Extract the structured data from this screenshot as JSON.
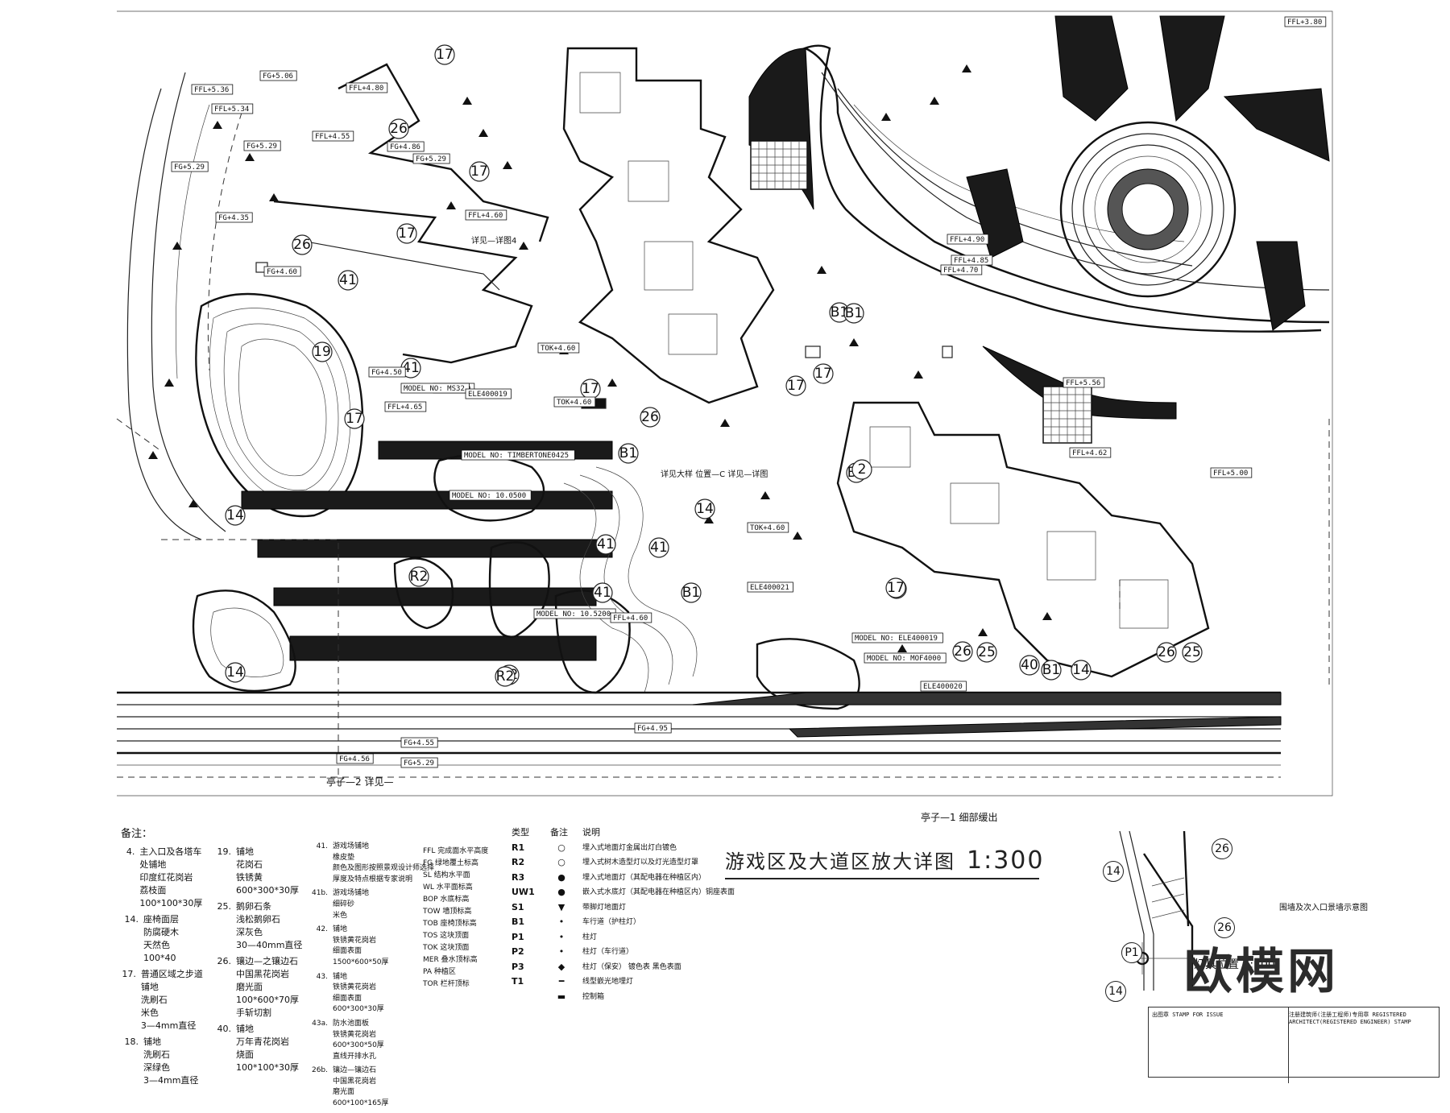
{
  "drawing": {
    "title": "游戏区及大道区放大详图",
    "scale": "1:300",
    "callouts": [
      "17",
      "26",
      "17",
      "17",
      "41",
      "26",
      "19",
      "41",
      "17",
      "B1",
      "17",
      "17",
      "B1",
      "B1",
      "14",
      "41",
      "R2",
      "41",
      "R2",
      "26",
      "B1",
      "14",
      "17",
      "41",
      "14",
      "26",
      "25",
      "40",
      "B1",
      "14",
      "26",
      "25",
      "R2",
      "2",
      "B1",
      "17",
      "17"
    ],
    "tags": [
      "FFL+5.36",
      "FG+5.06",
      "FFL+4.80",
      "FFL+5.34",
      "FG+5.29",
      "FFL+4.55",
      "FG+4.86",
      "FG+5.29",
      "FG+5.29",
      "FG+4.35",
      "FFL+4.60",
      "FG+4.60",
      "FG+4.50",
      "FFL+4.65",
      "FFL+4.60",
      "TOK+4.60",
      "MODEL NO: MS32",
      "ELE400019",
      "MODEL NO: TIMBERTONE0425",
      "MODEL NO: 10.0500",
      "MODEL NO: 10.5200",
      "ELE400021",
      "MODEL NO: ELE400019",
      "MODEL NO: MOF4000",
      "ELE400020",
      "FFL+4.62",
      "FFL+5.56",
      "FFL+5.00",
      "FFL+4.70",
      "FFL+4.90",
      "FFL+4.85",
      "FFL+3.80",
      "TOK+4.60",
      "FG+4.95",
      "FG+4.55",
      "FG+4.56",
      "FG+5.29",
      "TOK+4.60",
      "FFL+4.60"
    ],
    "captions": {
      "pavilion2": "亭子—2 详见—",
      "pavilion1": "亭子—1 细部缓出",
      "detail_c": "详见大样 位置—C  详见—详图",
      "detail_4": "详见—详图4"
    }
  },
  "notes": {
    "header": "备注：",
    "col1": [
      {
        "n": "4.",
        "lines": [
          "主入口及各塔车处铺地",
          "印度红花岗岩",
          "荔枝面",
          "100*100*30厚"
        ]
      },
      {
        "n": "14.",
        "lines": [
          "座椅面层",
          "防腐硬木",
          "天然色",
          "100*40"
        ]
      },
      {
        "n": "17.",
        "lines": [
          "普通区域之步道铺地",
          "洗刷石",
          "米色",
          "3—4mm直径"
        ]
      },
      {
        "n": "18.",
        "lines": [
          "铺地",
          "洗刷石",
          "深绿色",
          "3—4mm直径"
        ]
      }
    ],
    "col2": [
      {
        "n": "19.",
        "lines": [
          "铺地",
          "花岗石",
          "铁锈黄",
          "600*300*30厚"
        ]
      },
      {
        "n": "25.",
        "lines": [
          "鹅卵石条",
          "浅松鹅卵石",
          "深灰色",
          "30—40mm直径"
        ]
      },
      {
        "n": "26.",
        "lines": [
          "镶边—之镶边石",
          "中国黑花岗岩",
          "磨光面",
          "100*600*70厚",
          "手斩切割"
        ]
      },
      {
        "n": "40.",
        "lines": [
          "铺地",
          "万年青花岗岩",
          "烧面",
          "100*100*30厚"
        ]
      }
    ],
    "col3": [
      {
        "n": "41.",
        "lines": [
          "游戏场铺地",
          "橡皮垫",
          "颜色及图形按照景观设计师选择",
          "厚度及特点根据专家说明"
        ]
      },
      {
        "n": "41b.",
        "lines": [
          "游戏场铺地",
          "细碎砂",
          "米色"
        ]
      },
      {
        "n": "42.",
        "lines": [
          "铺地",
          "铁锈黄花岗岩",
          "细面表面",
          "1500*600*50厚"
        ]
      },
      {
        "n": "43.",
        "lines": [
          "铺地",
          "铁锈黄花岗岩",
          "细面表面",
          "600*300*30厚"
        ]
      },
      {
        "n": "43a.",
        "lines": [
          "防水池面板",
          "铁锈黄花岗岩",
          "600*300*50厚",
          "直线开排水孔"
        ]
      },
      {
        "n": "26b.",
        "lines": [
          "镶边—镶边石",
          "中国黑花岗岩",
          "磨光面",
          "600*100*165厚"
        ]
      }
    ],
    "abbr": [
      {
        "k": "FFL",
        "v": "完成面水平高度"
      },
      {
        "k": "FG",
        "v": "绿地覆土标高"
      },
      {
        "k": "SL",
        "v": "结构水平面"
      },
      {
        "k": "WL",
        "v": "水平面标高"
      },
      {
        "k": "BOP",
        "v": "水底标高"
      },
      {
        "k": "TOW",
        "v": "墙顶标高"
      },
      {
        "k": "TOB",
        "v": "座椅顶标高"
      },
      {
        "k": "TOS",
        "v": "这块顶面"
      },
      {
        "k": "TOK",
        "v": "这块顶面"
      },
      {
        "k": "MER",
        "v": "叠水顶标高"
      },
      {
        "k": "PA",
        "v": "种植区"
      },
      {
        "k": "TOR",
        "v": "栏杆顶标"
      }
    ]
  },
  "legend": {
    "header": [
      "类型",
      "备注",
      "说明"
    ],
    "rows": [
      {
        "t": "R1",
        "d": "埋入式地面灯金属出灯白镀色"
      },
      {
        "t": "R2",
        "d": "埋入式树木造型灯以及灯光造型灯罩"
      },
      {
        "t": "R3",
        "d": "埋入式地面灯（其配电器在种植区内）"
      },
      {
        "t": "UW1",
        "d": "嵌入式水底灯（其配电器在种植区内）铜座表面"
      },
      {
        "t": "S1",
        "d": "带脚灯地面灯"
      },
      {
        "t": "B1",
        "d": "车行道（护柱灯）"
      },
      {
        "t": "P1",
        "d": "柱灯"
      },
      {
        "t": "P2",
        "d": "柱灯（车行道）"
      },
      {
        "t": "P3",
        "d": "柱灯（保安） 镀色表 黑色表面"
      },
      {
        "t": "T1",
        "d": "线型嵌光地埋灯"
      },
      {
        "t": "",
        "d": "控制箱"
      }
    ]
  },
  "inset": {
    "callouts": [
      "26",
      "14",
      "P1",
      "26",
      "14"
    ],
    "caption": "围墙及次入口景墙示意图",
    "label": "灯具位置 1:100"
  },
  "stamp": {
    "left": "出图章 STAMP FOR ISSUE",
    "right": "注册建筑师(注册工程师)专用章 REGISTERED ARCHITECT(REGISTERED ENGINEER) STAMP"
  },
  "watermark": "欧模网"
}
